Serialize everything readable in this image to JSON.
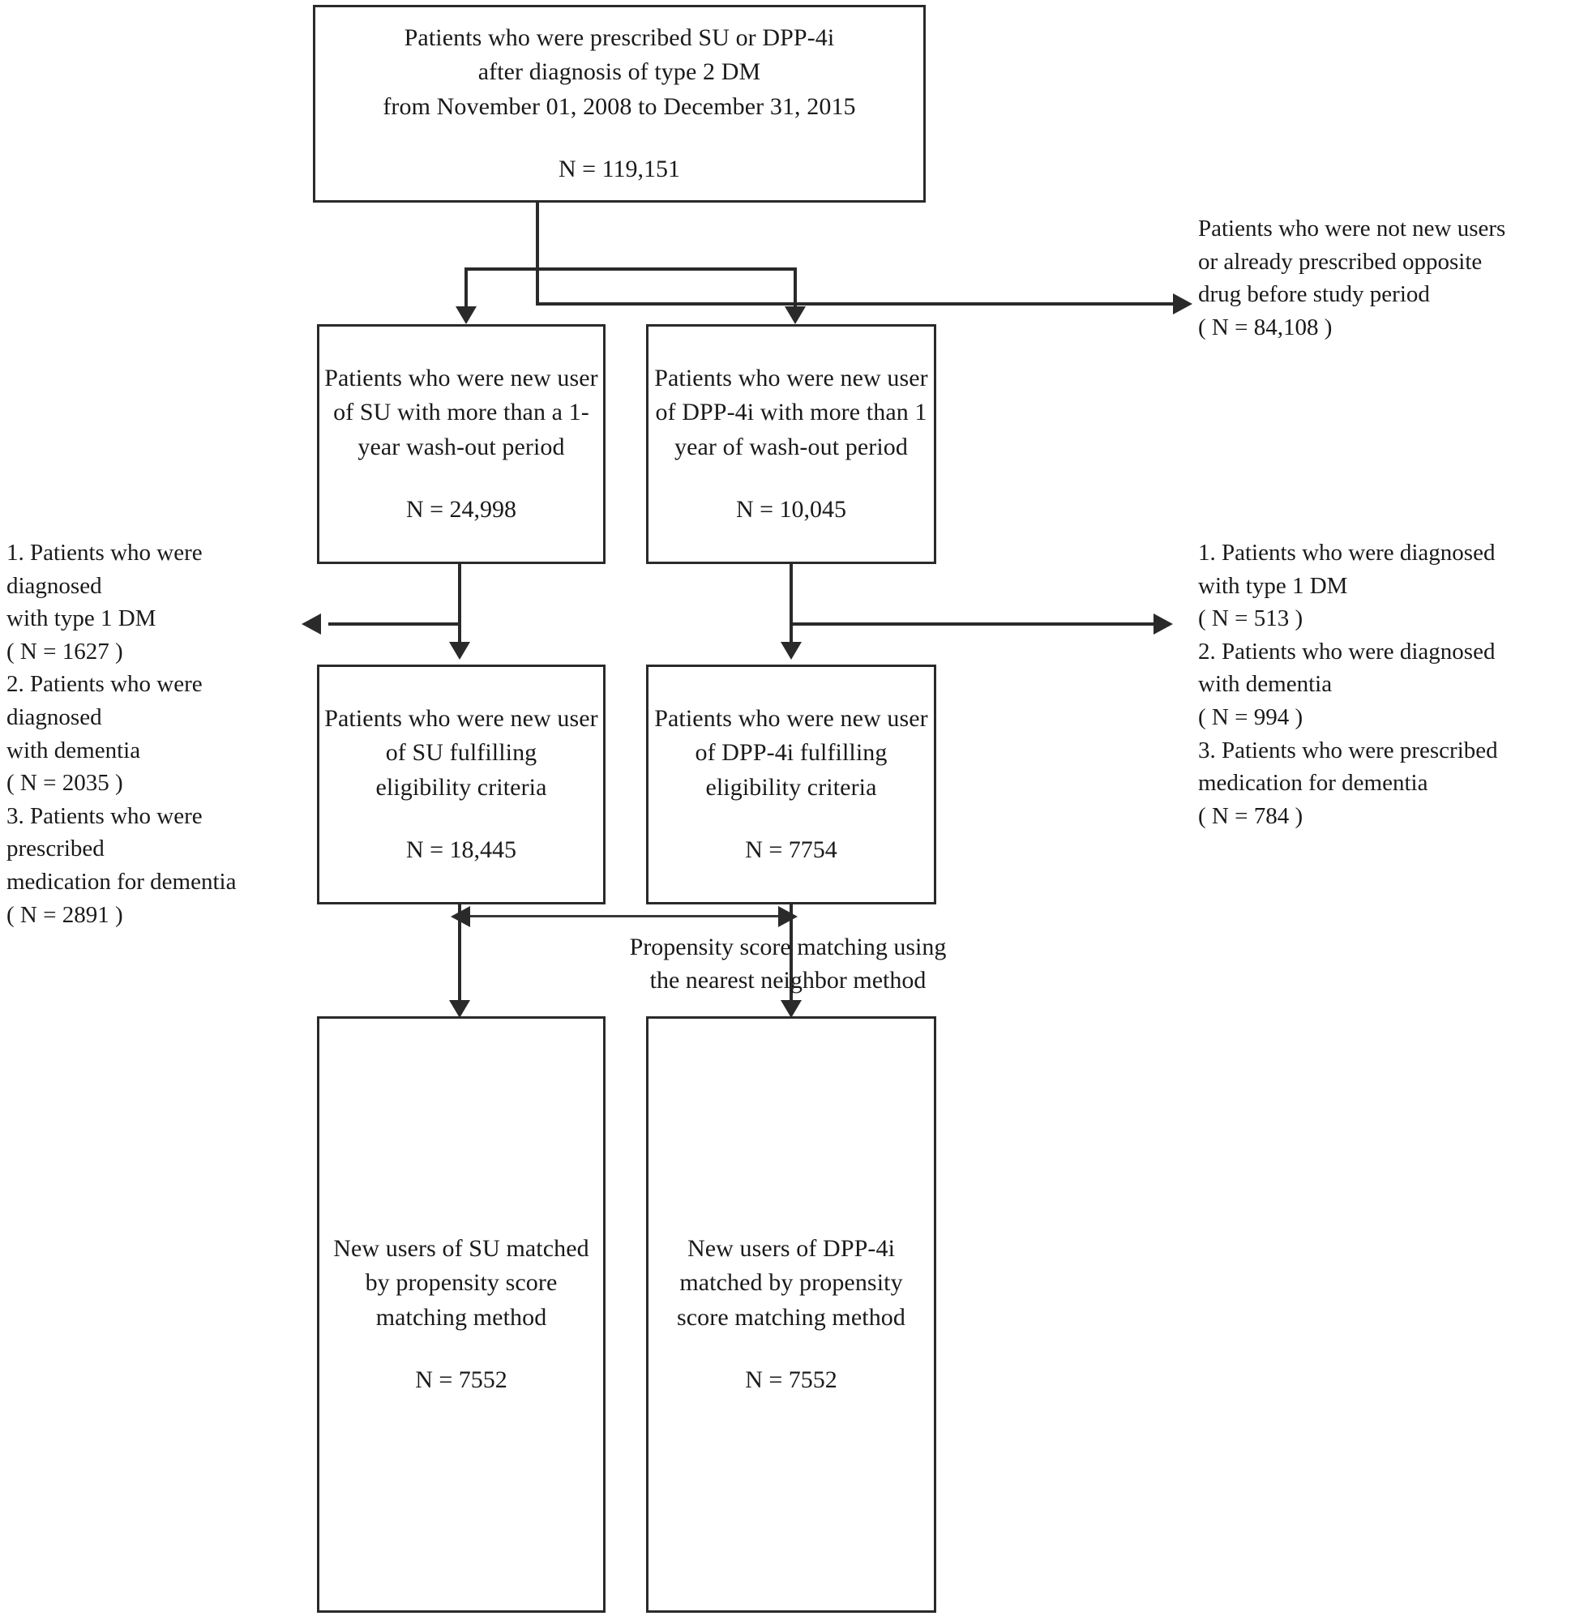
{
  "figure": {
    "type": "flowchart",
    "title": "Study cohort selection flow diagram"
  },
  "nodes": {
    "cohort": {
      "text": "Patients who were prescribed SU or DPP-4i\nafter diagnosis of type 2 DM\nfrom November 01, 2008 to December 31, 2015",
      "n": "N = 119,151"
    },
    "su_new_user": {
      "text": "Patients who were new user\nof  SU with more than a 1-\nyear wash-out period",
      "n": "N = 24,998"
    },
    "dpp_new_user": {
      "text": "Patients who were new user\nof DPP-4i with more than 1\nyear of wash-out period",
      "n": "N = 10,045"
    },
    "su_eligible": {
      "text": "Patients who were new user\nof SU fulfilling\neligibility criteria",
      "n": "N = 18,445"
    },
    "dpp_eligible": {
      "text": "Patients who were new user\nof DPP-4i fulfilling\neligibility criteria",
      "n": "N = 7754"
    },
    "su_matched": {
      "text": "New users of SU matched\nby propensity score\nmatching method",
      "n": "N = 7552"
    },
    "dpp_matched": {
      "text": "New users of DPP-4i\nmatched by propensity\nscore matching method",
      "n": "N = 7552"
    }
  },
  "exclusions": {
    "top_right": "Patients who were not new users\nor already prescribed opposite\ndrug before study period\n( N = 84,108 )",
    "left": "1. Patients who were diagnosed\n    with type 1 DM\n    ( N = 1627 )\n2. Patients who were diagnosed\n    with dementia\n    ( N = 2035 )\n3. Patients who were prescribed\n    medication for dementia\n    ( N = 2891 )",
    "right": "1. Patients who were diagnosed\n    with type 1 DM\n    ( N = 513 )\n2. Patients who were diagnosed\n    with dementia\n    ( N = 994 )\n3. Patients who were prescribed\n    medication for dementia\n    ( N = 784 )"
  },
  "captions": {
    "matching": "Propensity score matching using\nthe nearest neighbor method"
  },
  "colors": {
    "stroke": "#2a2a2a",
    "text": "#1a1a1a",
    "background": "#ffffff"
  }
}
